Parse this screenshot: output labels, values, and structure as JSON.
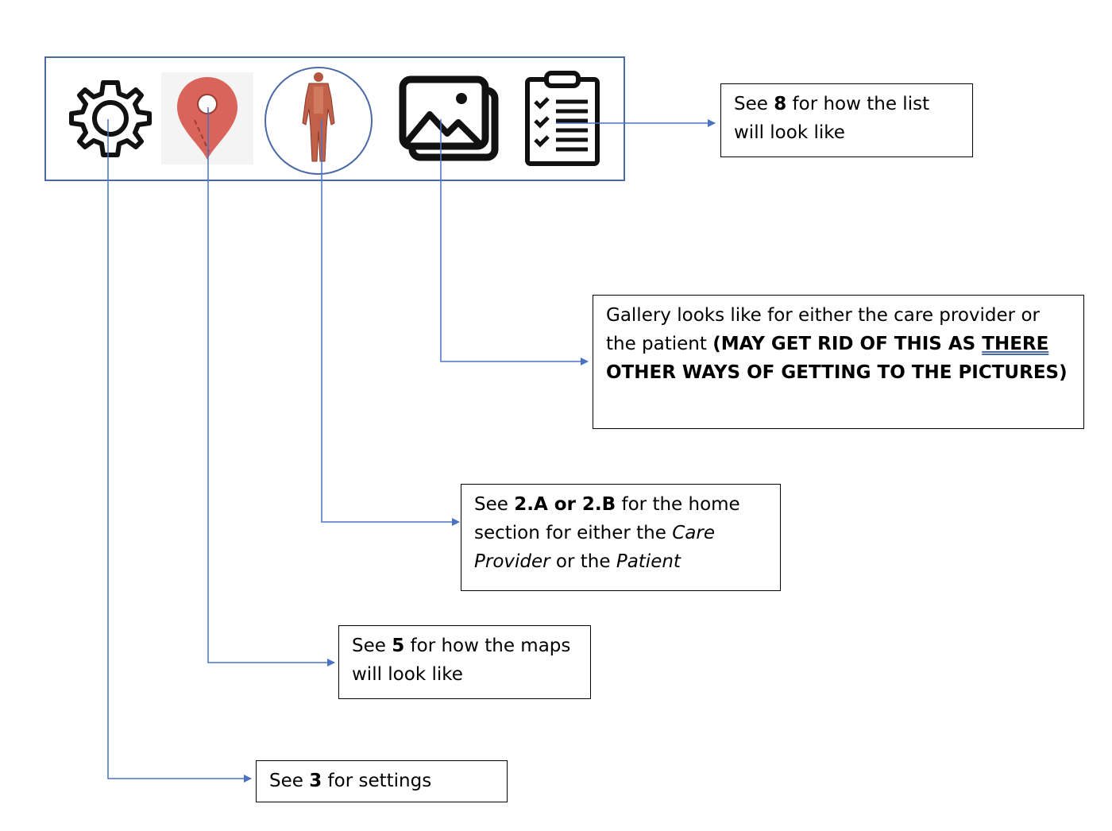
{
  "toolbar": {
    "icons": [
      "gear-icon",
      "map-pin-icon",
      "human-body-icon",
      "gallery-icon",
      "checklist-icon"
    ]
  },
  "notes": {
    "list": {
      "pre": "See ",
      "bold": "8",
      "post": " for how the list will look like"
    },
    "gallery": {
      "text": "Gallery looks like for either the care provider or the patient ",
      "bold": "(MAY GET RID OF THIS AS ",
      "underlined": "THERE",
      "bold_end": " OTHER WAYS OF GETTING TO THE PICTURES)"
    },
    "home": {
      "pre": "See ",
      "bold": "2.A or 2.B",
      "mid": " for the home section for either the ",
      "italic1": "Care Provider",
      "or": " or the ",
      "italic2": "Patient"
    },
    "maps": {
      "pre": "See ",
      "bold": "5",
      "post": " for how the maps will look like"
    },
    "settings": {
      "pre": "See ",
      "bold": "3",
      "post": " for settings"
    }
  },
  "colors": {
    "connector": "#4a72c4",
    "toolbar_border": "#4a6aa6",
    "pin": "#d9655a"
  }
}
